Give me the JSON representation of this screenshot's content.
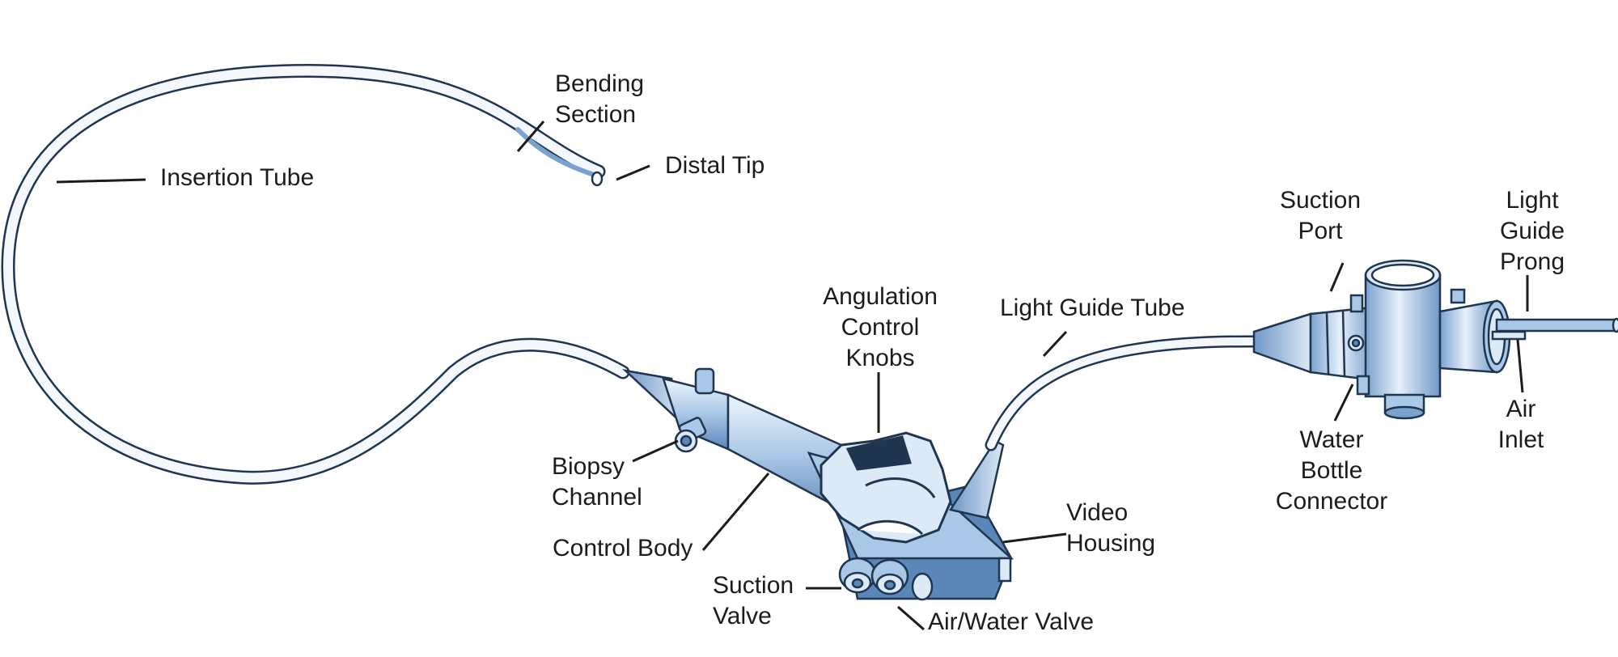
{
  "diagram": {
    "colors": {
      "outline": "#1f3550",
      "fill_light": "#dce9f6",
      "fill_mid": "#a9c7e6",
      "fill_dark": "#5b86b8",
      "leader": "#1c1c1c"
    },
    "labels": {
      "bending_section": "Bending\nSection",
      "distal_tip": "Distal Tip",
      "insertion_tube": "Insertion Tube",
      "angulation_control_knobs": "Angulation\nControl\nKnobs",
      "light_guide_tube": "Light Guide Tube",
      "suction_port": "Suction\nPort",
      "light_guide_prong": "Light\nGuide\nProng",
      "biopsy_channel": "Biopsy\nChannel",
      "control_body": "Control Body",
      "video_housing": "Video\nHousing",
      "suction_valve": "Suction\nValve",
      "air_water_valve": "Air/Water Valve",
      "water_bottle_connector": "Water\nBottle\nConnector",
      "air_inlet": "Air\nInlet"
    }
  }
}
